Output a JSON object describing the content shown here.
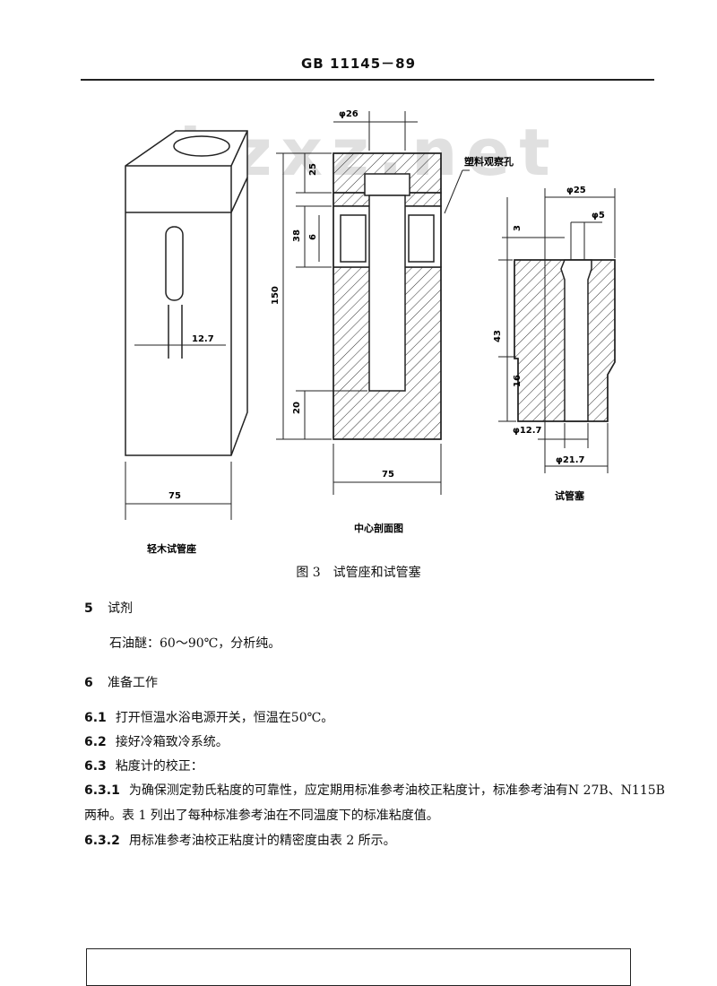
{
  "header": {
    "standard_no": "GB 11145－89"
  },
  "watermark": "bzxz.net",
  "figure": {
    "left_label": "轻木试管座",
    "center_label": "中心剖面图",
    "right_label": "试管塞",
    "callout": "塑料观察孔",
    "dims": {
      "phi26": "φ26",
      "d25": "25",
      "d38": "38",
      "d6": "6",
      "d150": "150",
      "d20": "20",
      "d75_center": "75",
      "d75_left": "75",
      "d12_7": "12.7",
      "phi25": "φ25",
      "phi5": "φ5",
      "d3": "3",
      "d43": "43",
      "d16": "16",
      "phi12_7": "φ12.7",
      "phi21_7": "φ21.7"
    },
    "caption": "图 3　试管座和试管塞"
  },
  "sections": [
    {
      "num": "5",
      "title": "试剂"
    },
    {
      "num": "6",
      "title": "准备工作"
    }
  ],
  "paras": {
    "reagent": "石油醚：60～90℃，分析纯。",
    "p6_1_num": "6.1",
    "p6_1": "打开恒温水浴电源开关，恒温在50℃。",
    "p6_2_num": "6.2",
    "p6_2": "接好冷箱致冷系统。",
    "p6_3_num": "6.3",
    "p6_3": "粘度计的校正：",
    "p6_3_1_num": "6.3.1",
    "p6_3_1_a": "为确保测定勃氏粘度的可靠性，应定期用标准参考油校正粘度计，标准参考油有N 27B、N115B",
    "p6_3_1_b": "两种。表 1 列出了每种标准参考油在不同温度下的标准粘度值。",
    "p6_3_2_num": "6.3.2",
    "p6_3_2": "用标准参考油校正粘度计的精密度由表 2 所示。"
  }
}
